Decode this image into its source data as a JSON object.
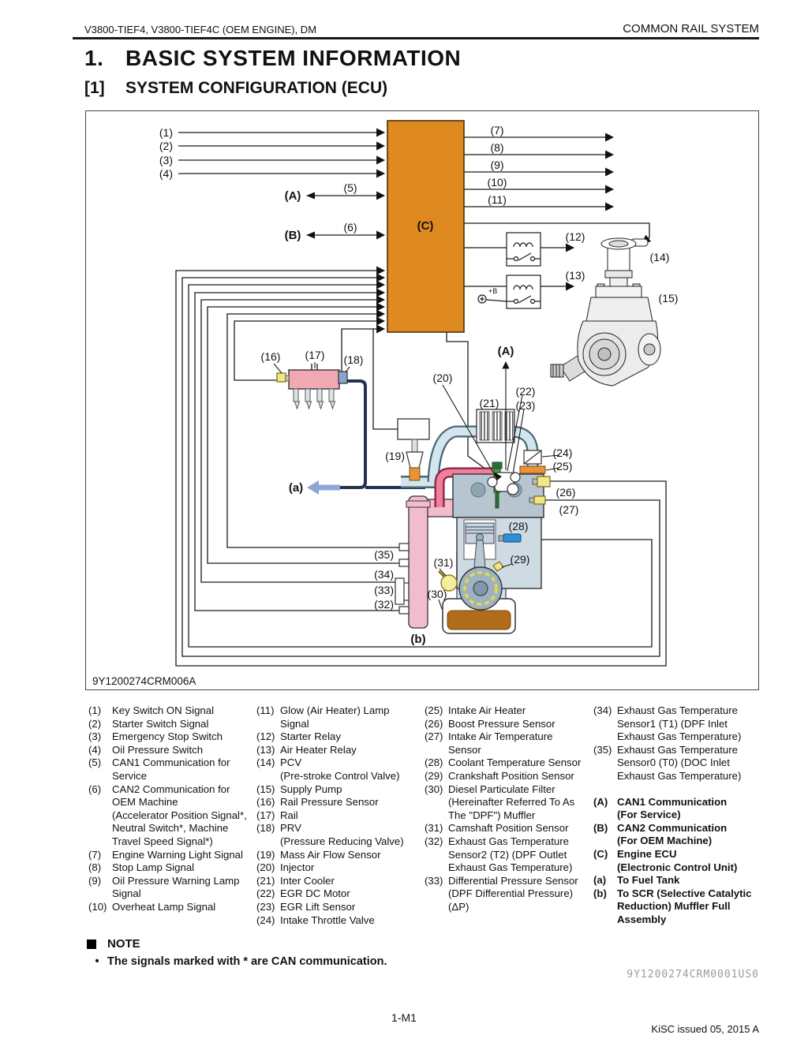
{
  "header": {
    "left": "V3800-TIEF4, V3800-TIEF4C (OEM ENGINE), DM",
    "right": "COMMON RAIL SYSTEM"
  },
  "title": {
    "number": "1.",
    "text": "BASIC SYSTEM INFORMATION"
  },
  "subtitle": {
    "number": "[1]",
    "text": "SYSTEM CONFIGURATION (ECU)"
  },
  "diagram": {
    "figure_code": "9Y1200274CRM006A",
    "plus_b": "+B",
    "colors": {
      "ecu_orange": "#df8a21",
      "rail_pink": "#f0a9b2",
      "pipe_blue": "#d3e6ef",
      "egr_crimson": "#ef7f9b",
      "exhaust_pink": "#f3bccd",
      "sensor_yellow": "#f2e68a",
      "coolant_blue": "#2f8fd0",
      "injector_green": "#3f9e4a",
      "fuel_navy": "#23324f",
      "arrow_periwinkle": "#8fa6d4",
      "oilpan_brown": "#b06c18"
    },
    "callouts": {
      "n1": "(1)",
      "n2": "(2)",
      "n3": "(3)",
      "n4": "(4)",
      "n5": "(5)",
      "n6": "(6)",
      "n7": "(7)",
      "n8": "(8)",
      "n9": "(9)",
      "n10": "(10)",
      "n11": "(11)",
      "n12": "(12)",
      "n13": "(13)",
      "n14": "(14)",
      "n15": "(15)",
      "n16": "(16)",
      "n17": "(17)",
      "n18": "(18)",
      "n19": "(19)",
      "n20": "(20)",
      "n21": "(21)",
      "n22": "(22)",
      "n23": "(23)",
      "n24": "(24)",
      "n25": "(25)",
      "n26": "(26)",
      "n27": "(27)",
      "n28": "(28)",
      "n29": "(29)",
      "n30": "(30)",
      "n31": "(31)",
      "n32": "(32)",
      "n33": "(33)",
      "n34": "(34)",
      "n35": "(35)",
      "A": "(A)",
      "B": "(B)",
      "C": "(C)",
      "A2": "(A)",
      "a": "(a)",
      "b": "(b)"
    }
  },
  "legend": {
    "col1": [
      {
        "n": "(1)",
        "t": "Key Switch ON Signal"
      },
      {
        "n": "(2)",
        "t": "Starter Switch Signal"
      },
      {
        "n": "(3)",
        "t": "Emergency Stop Switch"
      },
      {
        "n": "(4)",
        "t": "Oil Pressure Switch"
      },
      {
        "n": "(5)",
        "t": "CAN1 Communication for\nService"
      },
      {
        "n": "(6)",
        "t": "CAN2 Communication for\nOEM Machine\n(Accelerator Position Signal*,\nNeutral Switch*, Machine\nTravel Speed Signal*)"
      },
      {
        "n": "(7)",
        "t": "Engine Warning Light Signal"
      },
      {
        "n": "(8)",
        "t": "Stop Lamp Signal"
      },
      {
        "n": "(9)",
        "t": "Oil Pressure Warning Lamp\nSignal"
      },
      {
        "n": "(10)",
        "t": "Overheat Lamp Signal"
      }
    ],
    "col2": [
      {
        "n": "(11)",
        "t": "Glow (Air Heater) Lamp Signal"
      },
      {
        "n": "(12)",
        "t": "Starter Relay"
      },
      {
        "n": "(13)",
        "t": "Air Heater Relay"
      },
      {
        "n": "(14)",
        "t": "PCV\n(Pre-stroke Control Valve)"
      },
      {
        "n": "(15)",
        "t": "Supply Pump"
      },
      {
        "n": "(16)",
        "t": "Rail Pressure Sensor"
      },
      {
        "n": "(17)",
        "t": "Rail"
      },
      {
        "n": "(18)",
        "t": "PRV\n(Pressure Reducing Valve)"
      },
      {
        "n": "(19)",
        "t": "Mass Air Flow Sensor"
      },
      {
        "n": "(20)",
        "t": "Injector"
      },
      {
        "n": "(21)",
        "t": "Inter Cooler"
      },
      {
        "n": "(22)",
        "t": "EGR DC Motor"
      },
      {
        "n": "(23)",
        "t": "EGR Lift Sensor"
      },
      {
        "n": "(24)",
        "t": "Intake Throttle Valve"
      }
    ],
    "col3": [
      {
        "n": "(25)",
        "t": "Intake Air Heater"
      },
      {
        "n": "(26)",
        "t": "Boost Pressure Sensor"
      },
      {
        "n": "(27)",
        "t": "Intake Air Temperature\nSensor"
      },
      {
        "n": "(28)",
        "t": "Coolant Temperature Sensor"
      },
      {
        "n": "(29)",
        "t": "Crankshaft Position Sensor"
      },
      {
        "n": "(30)",
        "t": "Diesel Particulate Filter\n(Hereinafter Referred To As\nThe \"DPF\") Muffler"
      },
      {
        "n": "(31)",
        "t": "Camshaft Position Sensor"
      },
      {
        "n": "(32)",
        "t": "Exhaust Gas Temperature\nSensor2 (T2) (DPF Outlet\nExhaust Gas Temperature)"
      },
      {
        "n": "(33)",
        "t": "Differential Pressure Sensor\n(DPF Differential Pressure)\n(ΔP)"
      }
    ],
    "col4": [
      {
        "n": "(34)",
        "t": "Exhaust Gas Temperature\nSensor1 (T1) (DPF Inlet\nExhaust Gas Temperature)"
      },
      {
        "n": "(35)",
        "t": "Exhaust Gas Temperature\nSensor0 (T0) (DOC Inlet\nExhaust Gas Temperature)"
      }
    ],
    "col4_bold": [
      {
        "n": "(A)",
        "t": "CAN1 Communication\n(For Service)"
      },
      {
        "n": "(B)",
        "t": "CAN2 Communication\n(For OEM Machine)"
      },
      {
        "n": "(C)",
        "t": "Engine ECU\n(Electronic Control Unit)"
      },
      {
        "n": "(a)",
        "t": "To Fuel Tank"
      },
      {
        "n": "(b)",
        "t": "To SCR (Selective Catalytic\nReduction) Muffler Full\nAssembly"
      }
    ]
  },
  "note": {
    "title": "NOTE",
    "bullets": [
      "The signals marked with * are CAN communication."
    ]
  },
  "footer": {
    "doc_code": "9Y1200274CRM0001US0",
    "page": "1-M1",
    "issue": "KiSC issued 05, 2015 A"
  }
}
